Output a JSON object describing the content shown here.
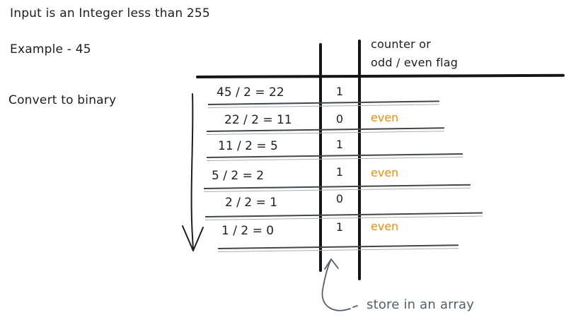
{
  "notes": {
    "input": "Input is an Integer less than 255",
    "example": "Example - 45",
    "convert": "Convert to binary",
    "store": "store in an array"
  },
  "table": {
    "header": [
      "counter or",
      "odd / even flag"
    ],
    "rows": [
      {
        "equation": "45 / 2 = 22",
        "bit": "1",
        "flag": ""
      },
      {
        "equation": "22 / 2 = 11",
        "bit": "0",
        "flag": "even"
      },
      {
        "equation": "11 / 2 = 5",
        "bit": "1",
        "flag": ""
      },
      {
        "equation": "5 / 2 = 2",
        "bit": "1",
        "flag": "even"
      },
      {
        "equation": "2 / 2 = 1",
        "bit": "0",
        "flag": ""
      },
      {
        "equation": "1 / 2 = 0",
        "bit": "1",
        "flag": "even"
      }
    ]
  },
  "icons": {
    "down_arrow": "down-arrow",
    "store_pointer": "curved-up-arrow"
  },
  "colors": {
    "ink": "#1e1e1e",
    "flag_orange": "#f08c00",
    "annotation_gray": "#52606b"
  }
}
